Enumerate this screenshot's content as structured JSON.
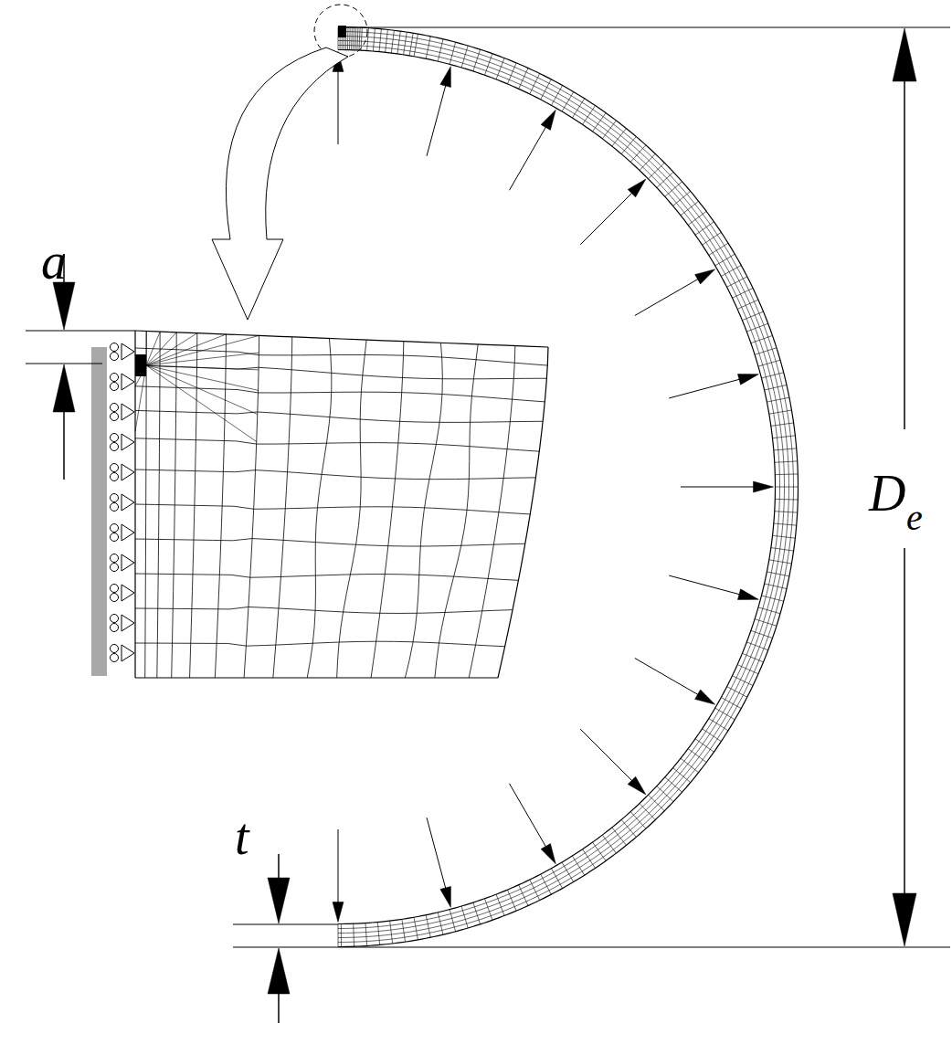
{
  "diagram": {
    "labels": [
      "a",
      "t",
      "D",
      "e"
    ]
  }
}
